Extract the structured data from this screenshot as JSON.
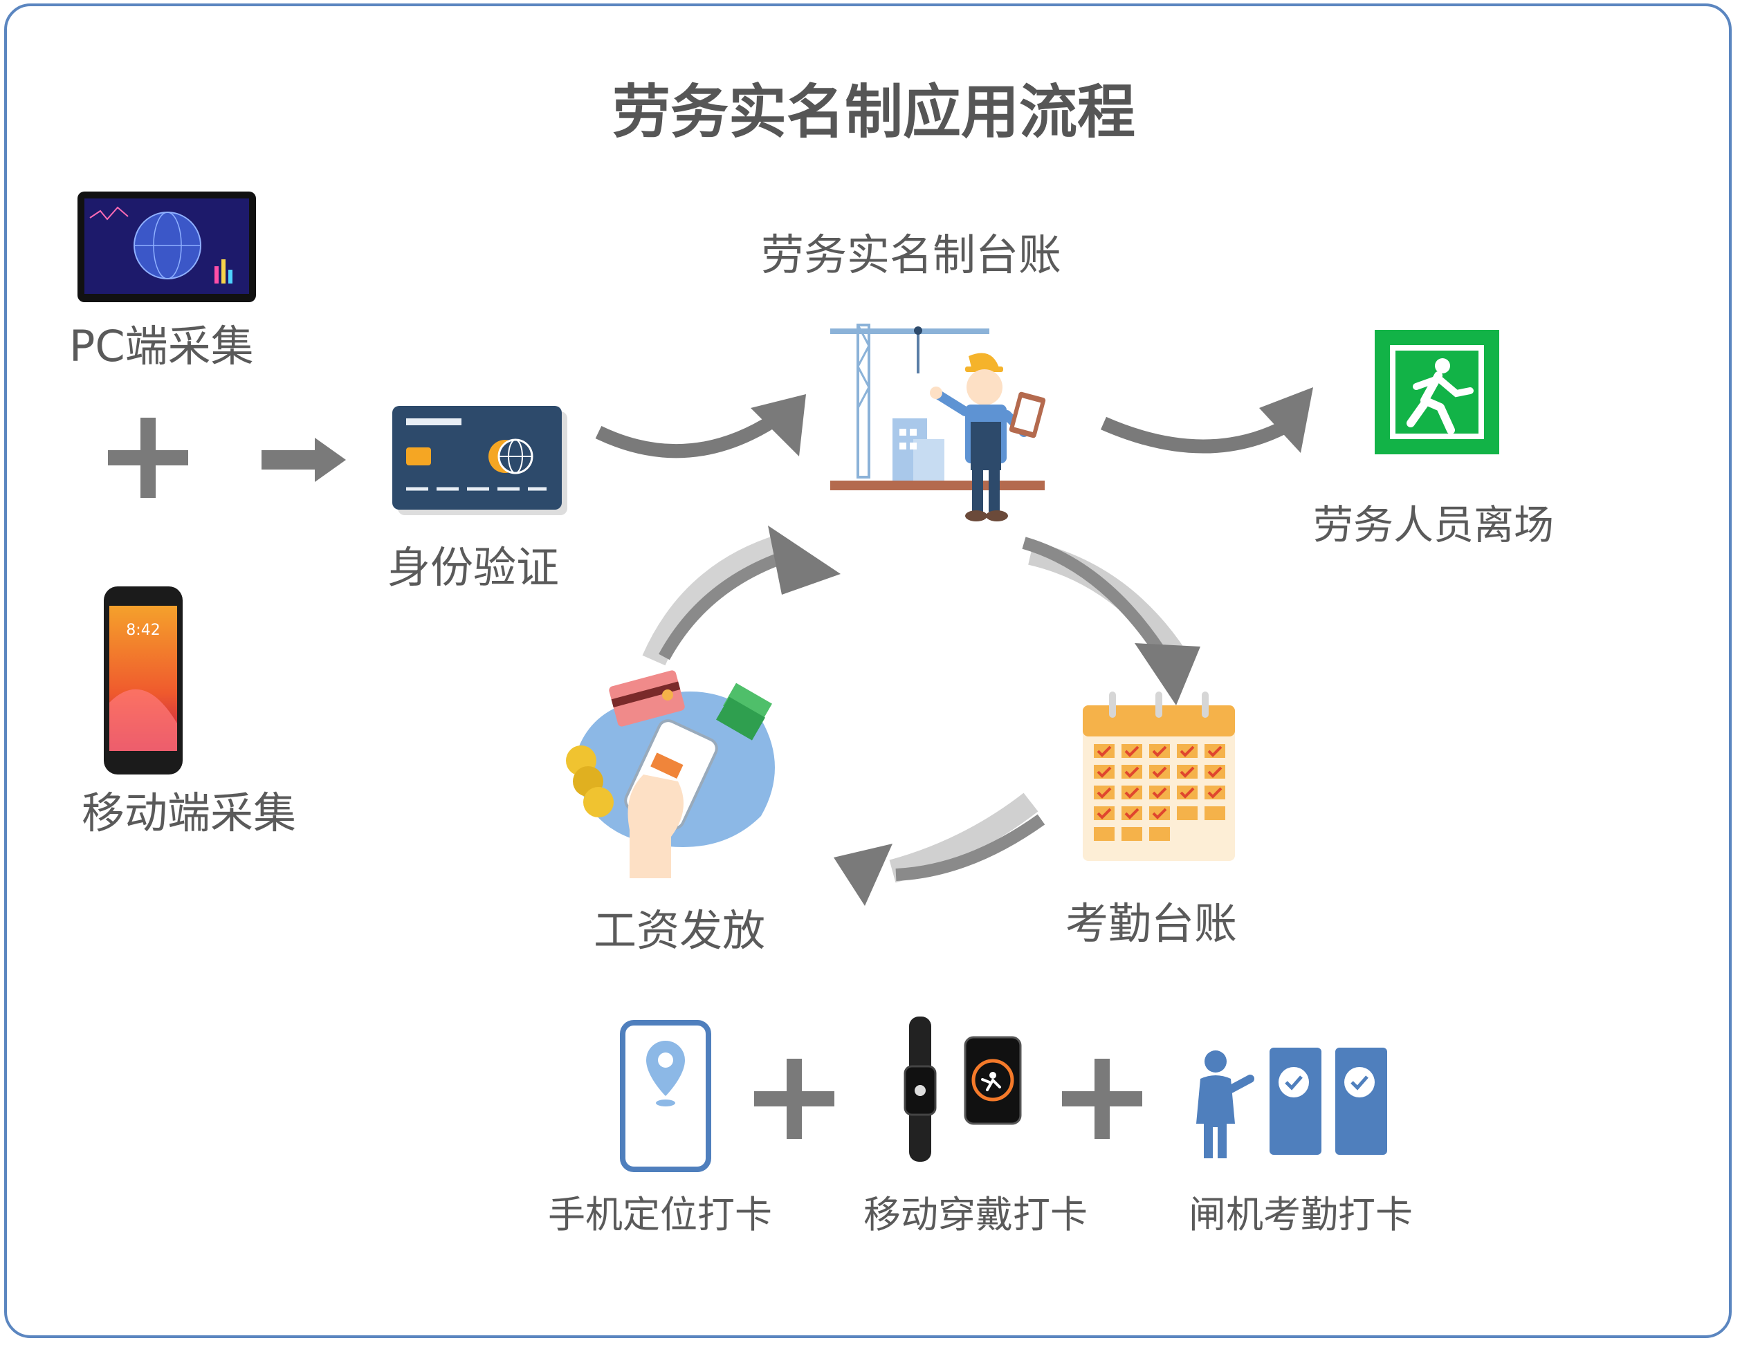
{
  "title": "劳务实名制应用流程",
  "nodes": {
    "pc_collect": "PC端采集",
    "mobile_collect": "移动端采集",
    "identity_verify": "身份验证",
    "ledger": "劳务实名制台账",
    "exit": "劳务人员离场",
    "attendance_ledger": "考勤台账",
    "salary_payment": "工资发放"
  },
  "checkin_methods": {
    "phone_location": "手机定位打卡",
    "wearable": "移动穿戴打卡",
    "gate": "闸机考勤打卡"
  },
  "phone_screen": {
    "time": "8:42"
  },
  "colors": {
    "border": "#5b86c0",
    "arrow": "#7a7a7a",
    "text": "#5a5a5a",
    "exit_green": "#12b347",
    "calendar_orange": "#f5b24a",
    "gate_blue": "#4f7fbd"
  }
}
